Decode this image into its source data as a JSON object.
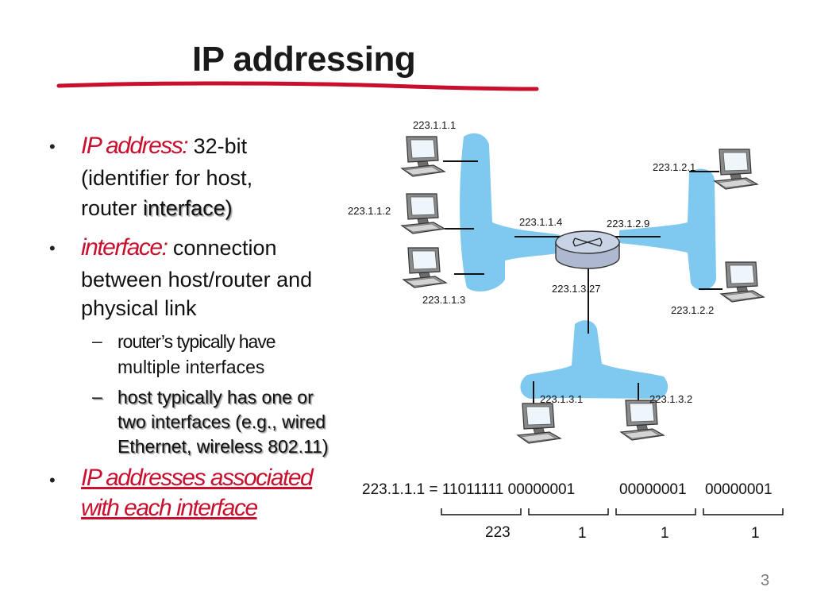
{
  "slide": {
    "title": "IP addressing",
    "page_number": "3"
  },
  "bullets": {
    "b1_term": "IP address:",
    "b1_rest1": " 32-bit",
    "b1_line2": "(identifier for host,",
    "b1_line3a": "router ",
    "b1_line3b": "interface)",
    "b2_term": "interface:",
    "b2_rest1": " connection",
    "b2_line2": "between host/router and",
    "b2_line3": "physical link",
    "s1_line1": "router’s typically have",
    "s1_line2": "multiple interfaces",
    "s2_line1": "host typically has one or",
    "s2_line2": "two interfaces (e.g., wired",
    "s2_line3": "Ethernet, wireless 802.11)",
    "b3_line1": "IP addresses associated",
    "b3_line2": "with each interface"
  },
  "diagram": {
    "labels": {
      "h111": "223.1.1.1",
      "h112": "223.1.1.2",
      "h113": "223.1.1.3",
      "r114": "223.1.1.4",
      "r129": "223.1.2.9",
      "r1327": "223.1.3.27",
      "h121": "223.1.2.1",
      "h122": "223.1.2.2",
      "h131": "223.1.3.1",
      "h132": "223.1.3.2"
    },
    "colors": {
      "network_blob": "#7fc8f0",
      "router": "#c9d3e6"
    }
  },
  "binary": {
    "equation": "223.1.1.1 = 11011111 00000001",
    "octet3": "00000001",
    "octet4": "00000001",
    "groups": [
      "223",
      "1",
      "1",
      "1"
    ]
  },
  "colors": {
    "accent_red": "#c8102e",
    "title_underline": "#c8102e"
  }
}
